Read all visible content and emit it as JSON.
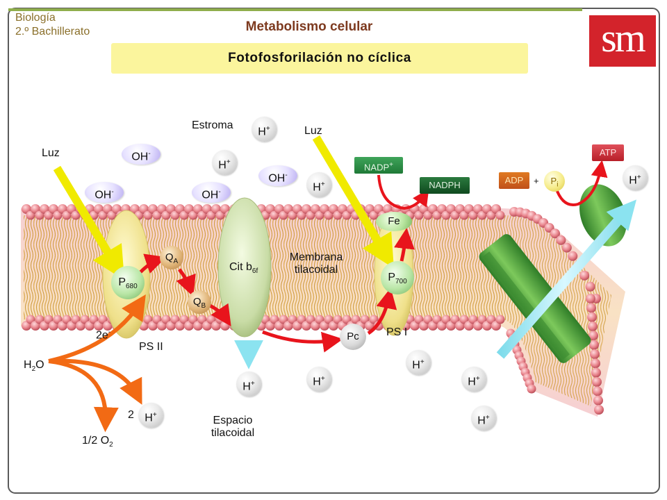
{
  "header": {
    "course_line1": "Biología",
    "course_line2": "2.º Bachillerato",
    "topic": "Metabolismo celular",
    "title": "Fotofosforilación no cíclica",
    "logo": "sm"
  },
  "labels": {
    "estroma": "Estroma",
    "luz": "Luz",
    "membrana_line1": "Membrana",
    "membrana_line2": "tilacoidal",
    "espacio_line1": "Espacio",
    "espacio_line2": "tilacoidal",
    "cit_b": "Cit b",
    "cit_b_sub": "6f",
    "ps2": "PS II",
    "ps1": "PS I",
    "two_e": "2e",
    "two_e_sup": "-",
    "h2o_h": "H",
    "h2o_sub": "2",
    "h2o_o": "O",
    "o2_prefix": "1/2 O",
    "o2_sub": "2",
    "two": "2",
    "plus": "+"
  },
  "ions": {
    "h": "H",
    "h_sup": "+",
    "oh": "OH",
    "oh_sup": "-"
  },
  "complexes": {
    "p680": "P",
    "p680_sub": "680",
    "p700": "P",
    "p700_sub": "700",
    "qa": "Q",
    "qa_sub": "A",
    "qb": "Q",
    "qb_sub": "B",
    "pc": "Pc",
    "fe": "Fe",
    "nadp": "NADP",
    "nadp_sup": "+",
    "nadph": "NADPH",
    "adp": "ADP",
    "pi": "P",
    "pi_sub": "i",
    "atp": "ATP"
  },
  "colors": {
    "frame": "#5a5a5a",
    "head_bead": "#e8848c",
    "tail": "#d9b878",
    "luz_arrow": "#f0ea00",
    "electron_arrow": "#e8141c",
    "water_arrow": "#f26a14",
    "proton_arrow": "#8be3f0",
    "atp_synthase": "#5aa540"
  }
}
